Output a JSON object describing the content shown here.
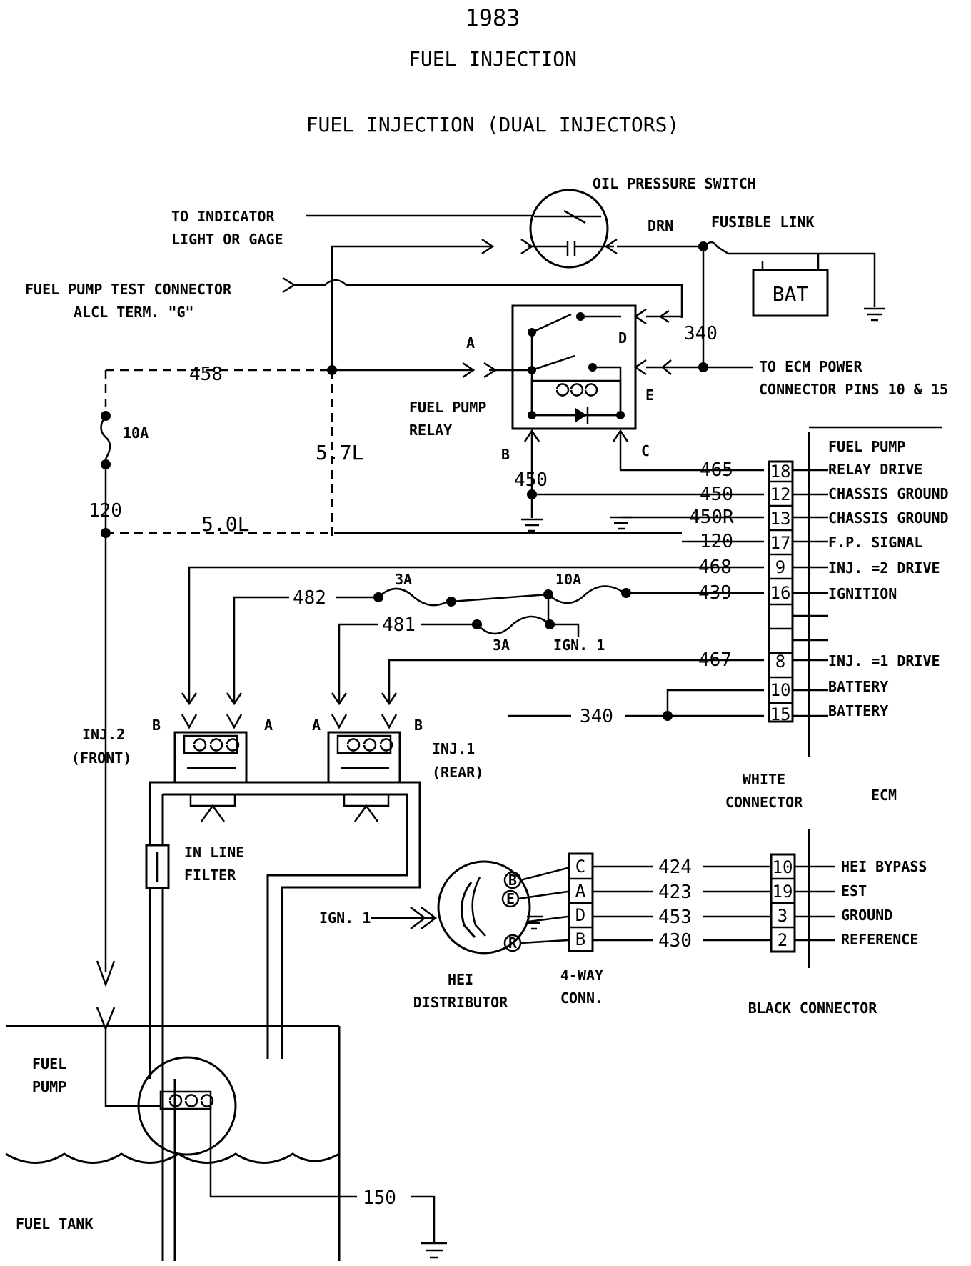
{
  "title": {
    "year": "1983",
    "main": "FUEL INJECTION",
    "subtitle": "FUEL INJECTION (DUAL INJECTORS)"
  },
  "oil_switch": {
    "label": "OIL PRESSURE SWITCH",
    "drn": "DRN"
  },
  "fusible_link": "FUSIBLE LINK",
  "battery": "BAT",
  "indicator": {
    "line1": "TO INDICATOR",
    "line2": "LIGHT OR GAGE"
  },
  "test_connector": {
    "line1": "FUEL PUMP TEST CONNECTOR",
    "line2": "ALCL TERM. \"G\""
  },
  "relay": {
    "label1": "FUEL PUMP",
    "label2": "RELAY",
    "pin_a": "A",
    "pin_b": "B",
    "pin_c": "C",
    "pin_d": "D",
    "pin_e": "E"
  },
  "ecm_power": {
    "line1": "TO ECM POWER",
    "line2": "CONNECTOR PINS 10 & 15"
  },
  "wires": {
    "w458": "458",
    "w340": "340",
    "w450": "450",
    "w465": "465",
    "w450b": "450",
    "w450r": "450R",
    "w120a": "120",
    "w120b": "120",
    "w468": "468",
    "w482": "482",
    "w439": "439",
    "w481": "481",
    "w467": "467",
    "w340b": "340",
    "w424": "424",
    "w423": "423",
    "w453": "453",
    "w430": "430",
    "w150": "150"
  },
  "fuses": {
    "f10a_left": "10A",
    "f3a_a": "3A",
    "f10a_b": "10A",
    "f3a_b": "3A"
  },
  "engine": {
    "v57": "5.7L",
    "v50": "5.0L"
  },
  "ign1": "IGN. 1",
  "injectors": {
    "inj2_line1": "INJ.2",
    "inj2_line2": "(FRONT)",
    "inj1_line1": "INJ.1",
    "inj1_line2": "(REAR)",
    "pin_b1": "B",
    "pin_a1": "A",
    "pin_a2": "A",
    "pin_b2": "B"
  },
  "filter": {
    "line1": "IN LINE",
    "line2": "FILTER"
  },
  "white_connector": {
    "label1": "WHITE",
    "label2": "CONNECTOR",
    "ecm": "ECM",
    "pins": [
      "18",
      "12",
      "13",
      "17",
      "9",
      "16",
      "",
      "",
      "8",
      "10",
      "15"
    ],
    "functions": [
      "FUEL PUMP",
      "RELAY DRIVE",
      "CHASSIS GROUND",
      "CHASSIS GROUND",
      "F.P. SIGNAL",
      "INJ. =2 DRIVE",
      "IGNITION",
      "INJ. =1 DRIVE",
      "BATTERY",
      "BATTERY"
    ]
  },
  "black_connector": {
    "label": "BLACK CONNECTOR",
    "pins": [
      "10",
      "19",
      "3",
      "2"
    ],
    "functions": [
      "HEI BYPASS",
      "EST",
      "GROUND",
      "REFERENCE"
    ]
  },
  "four_way": {
    "label1": "4-WAY",
    "label2": "CONN.",
    "pins": [
      "C",
      "A",
      "D",
      "B"
    ]
  },
  "hei": {
    "label1": "HEI",
    "label2": "DISTRIBUTOR",
    "terms": [
      "B",
      "E",
      "R"
    ]
  },
  "fuel_pump": {
    "line1": "FUEL",
    "line2": "PUMP"
  },
  "fuel_tank": "FUEL TANK"
}
